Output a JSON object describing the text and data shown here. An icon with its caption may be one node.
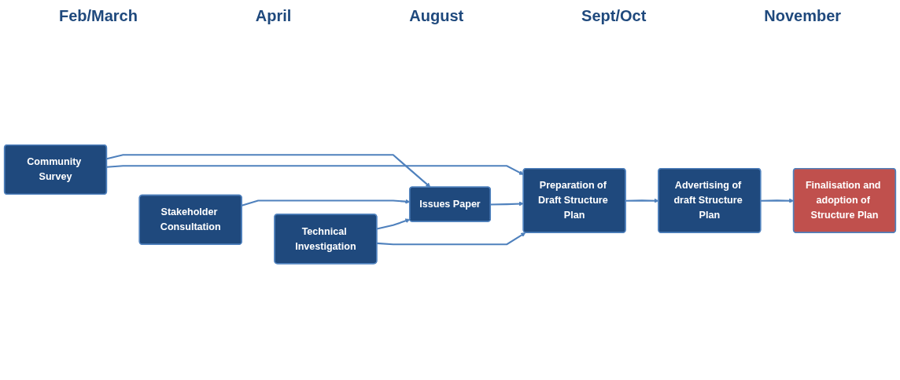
{
  "diagram": {
    "nodes": [
      {
        "text": [
          "Community Survey"
        ]
      },
      {
        "text": [
          "Stakeholder Consultation"
        ]
      },
      {
        "text": [
          "Technical Investigation"
        ]
      },
      {
        "text": [
          "Issues Paper"
        ]
      },
      {
        "text": [
          "Preparation of Draft Structure Plan"
        ]
      },
      {
        "text": [
          "Advertising of draft Structure Plan"
        ]
      },
      {
        "text": [
          "Finalisation and adoption of Structure Plan"
        ]
      }
    ],
    "edges": [
      {
        "from": 0,
        "to": 3,
        "arrow": "to"
      },
      {
        "from": 0,
        "to": 4,
        "arrow": "to"
      },
      {
        "from": 1,
        "to": 3,
        "arrow": "to"
      },
      {
        "from": 2,
        "to": 3,
        "arrow": "to"
      },
      {
        "from": 2,
        "to": 4,
        "arrow": "to"
      },
      {
        "from": 3,
        "to": 4,
        "arrow": "to"
      },
      {
        "from": 4,
        "to": 5,
        "arrow": "to"
      },
      {
        "from": 5,
        "to": 6,
        "arrow": "to"
      }
    ],
    "labels": [
      "Feb/March",
      "April",
      "August",
      "Sept/Oct",
      "November"
    ]
  }
}
